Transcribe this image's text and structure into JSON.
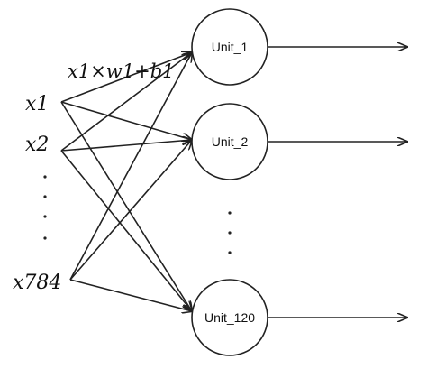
{
  "diagram": {
    "inputs": [
      {
        "id": "x1",
        "label": "x1"
      },
      {
        "id": "x2",
        "label": "x2"
      },
      {
        "id": "x784",
        "label": "x784"
      }
    ],
    "units": [
      {
        "id": "unit_1",
        "label": "Unit_1"
      },
      {
        "id": "unit_2",
        "label": "Unit_2"
      },
      {
        "id": "unit_120",
        "label": "Unit_120"
      }
    ],
    "edge_annotation": "x1×w1+b1",
    "edges": [
      {
        "from": "x1",
        "to": "unit_1"
      },
      {
        "from": "x1",
        "to": "unit_2"
      },
      {
        "from": "x1",
        "to": "unit_120"
      },
      {
        "from": "x2",
        "to": "unit_1"
      },
      {
        "from": "x2",
        "to": "unit_2"
      },
      {
        "from": "x2",
        "to": "unit_120"
      },
      {
        "from": "x784",
        "to": "unit_1"
      },
      {
        "from": "x784",
        "to": "unit_2"
      },
      {
        "from": "x784",
        "to": "unit_120"
      }
    ],
    "ellipsis": {
      "between_inputs": "vertical dots",
      "between_units": "vertical dots"
    }
  }
}
